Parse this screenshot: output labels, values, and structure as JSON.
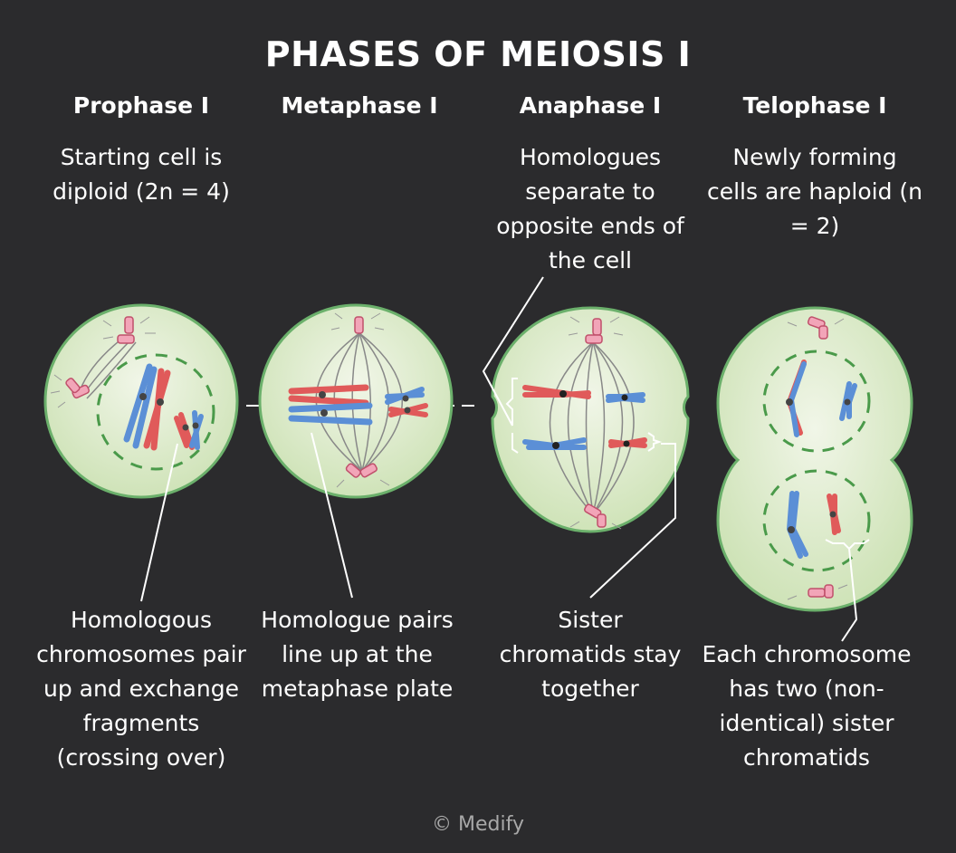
{
  "title": "PHASES OF MEIOSIS I",
  "phases": [
    {
      "name": "Prophase I",
      "top_text": "Starting cell is diploid (2n = 4)",
      "bottom_text": "Homologous chromosomes pair up and exchange fragments (crossing over)"
    },
    {
      "name": "Metaphase I",
      "top_text": "",
      "bottom_text": "Homologue pairs line up at the metaphase plate"
    },
    {
      "name": "Anaphase I",
      "top_text": "Homologues separate to opposite ends of the cell",
      "bottom_text": "Sister chromatids stay together"
    },
    {
      "name": "Telophase I",
      "top_text": "Newly forming cells are haploid (n = 2)",
      "bottom_text": "Each chromosome has two (non-identical) sister chromatids"
    }
  ],
  "copyright": "© Medify",
  "colors": {
    "background": "#2b2b2d",
    "cell_fill": "#dbe9c8",
    "cell_border": "#6bb06b",
    "chromosome_red": "#e05a5a",
    "chromosome_blue": "#5b8fd6",
    "centriole_pink": "#f2a5b8",
    "nuclear_envelope": "#4a9a4a",
    "spindle": "#888888"
  }
}
